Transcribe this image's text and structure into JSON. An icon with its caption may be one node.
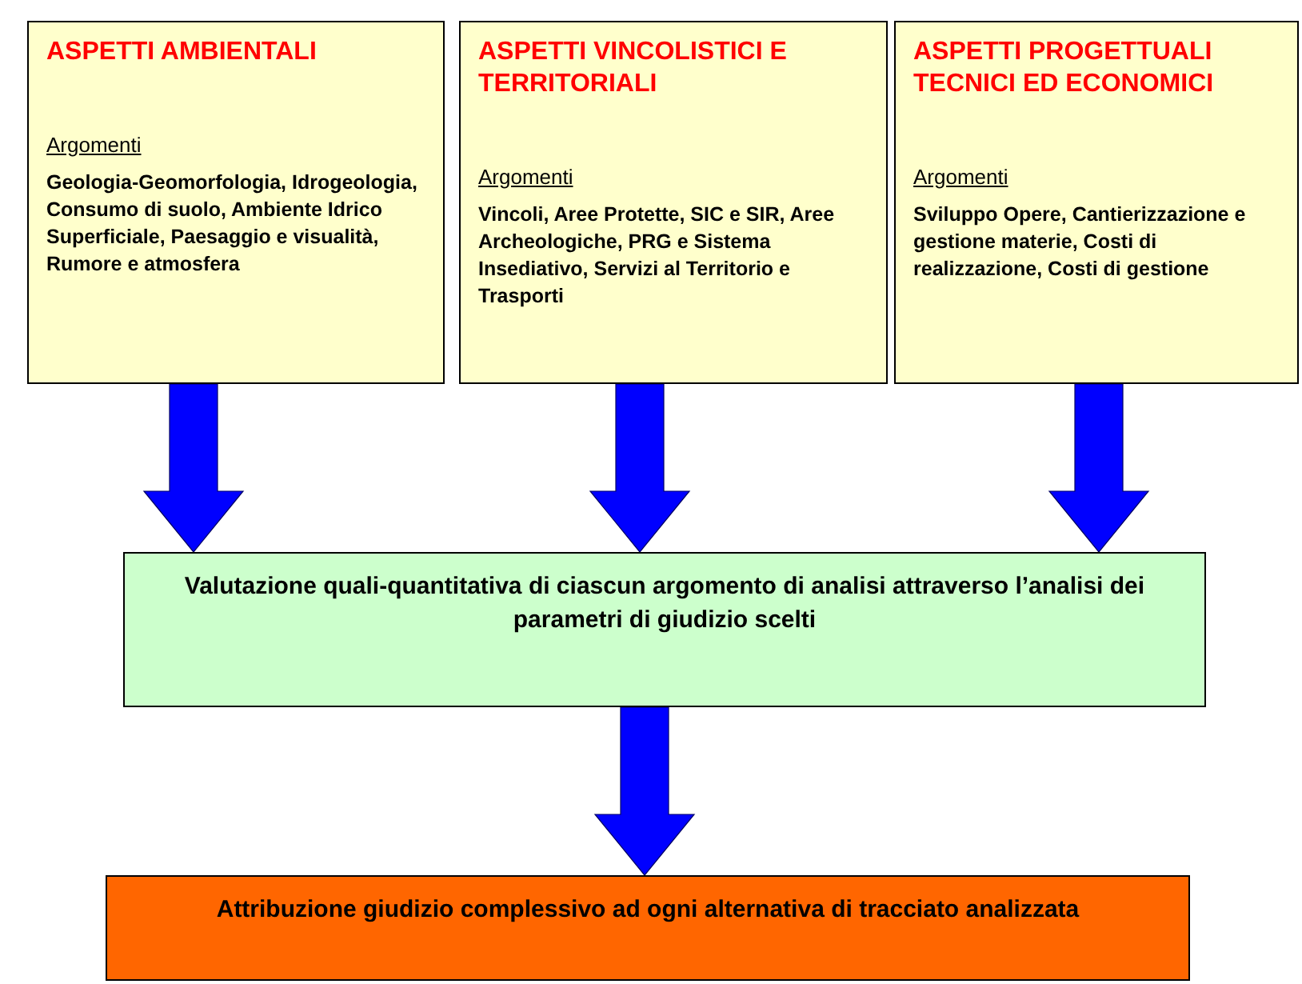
{
  "diagram": {
    "nodes": [
      {
        "text": [
          "ASPETTI AMBIENTALI",
          "Argomenti",
          "Geologia-Geomorfologia, Idrogeologia, Consumo di suolo, Ambiente Idrico Superficiale, Paesaggio e visualità, Rumore e atmosfera"
        ]
      },
      {
        "text": [
          "ASPETTI VINCOLISTICI E TERRITORIALI",
          "Argomenti",
          "Vincoli, Aree Protette, SIC e SIR, Aree Archeologiche, PRG e Sistema Insediativo, Servizi al Territorio e Trasporti"
        ]
      },
      {
        "text": [
          "ASPETTI PROGETTUALI TECNICI ED ECONOMICI",
          "Argomenti",
          "Sviluppo Opere, Cantierizzazione e gestione materie, Costi di realizzazione, Costi di gestione"
        ]
      },
      {
        "text": [
          "Valutazione quali-quantitativa di ciascun argomento di analisi attraverso l’analisi dei parametri di giudizio scelti"
        ]
      },
      {
        "text": [
          "Attribuzione giudizio complessivo ad ogni alternativa di tracciato analizzata"
        ]
      }
    ],
    "edges": [
      {
        "from": 0,
        "to": 3,
        "arrow": "to"
      },
      {
        "from": 1,
        "to": 3,
        "arrow": "to"
      },
      {
        "from": 2,
        "to": 3,
        "arrow": "to"
      },
      {
        "from": 3,
        "to": 4,
        "arrow": "to"
      }
    ]
  }
}
